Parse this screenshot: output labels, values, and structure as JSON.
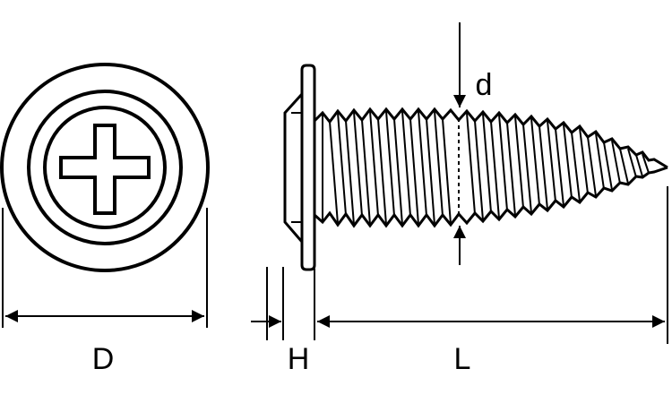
{
  "labels": {
    "diameter_outer": "D",
    "diameter_thread": "d",
    "head_height": "H",
    "length": "L"
  },
  "colors": {
    "stroke": "#000000",
    "background": "#ffffff"
  }
}
